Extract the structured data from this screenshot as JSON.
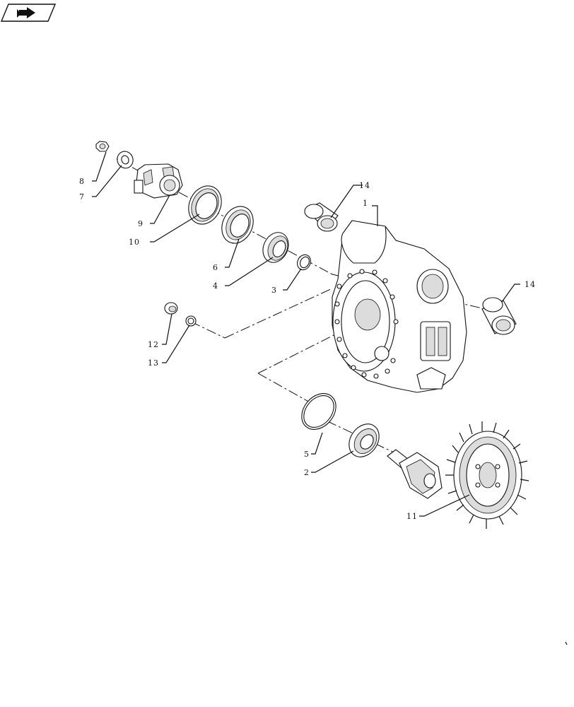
{
  "nav": {
    "icon": "next-page-arrow-icon"
  },
  "callouts": {
    "c1": "1",
    "c2": "2",
    "c3": "3",
    "c4": "4",
    "c5": "5",
    "c6": "6",
    "c7": "7",
    "c8": "8",
    "c9": "9",
    "c10": "10",
    "c11": "11",
    "c12": "12",
    "c13": "13",
    "c14a": "14",
    "c14b": "14"
  }
}
